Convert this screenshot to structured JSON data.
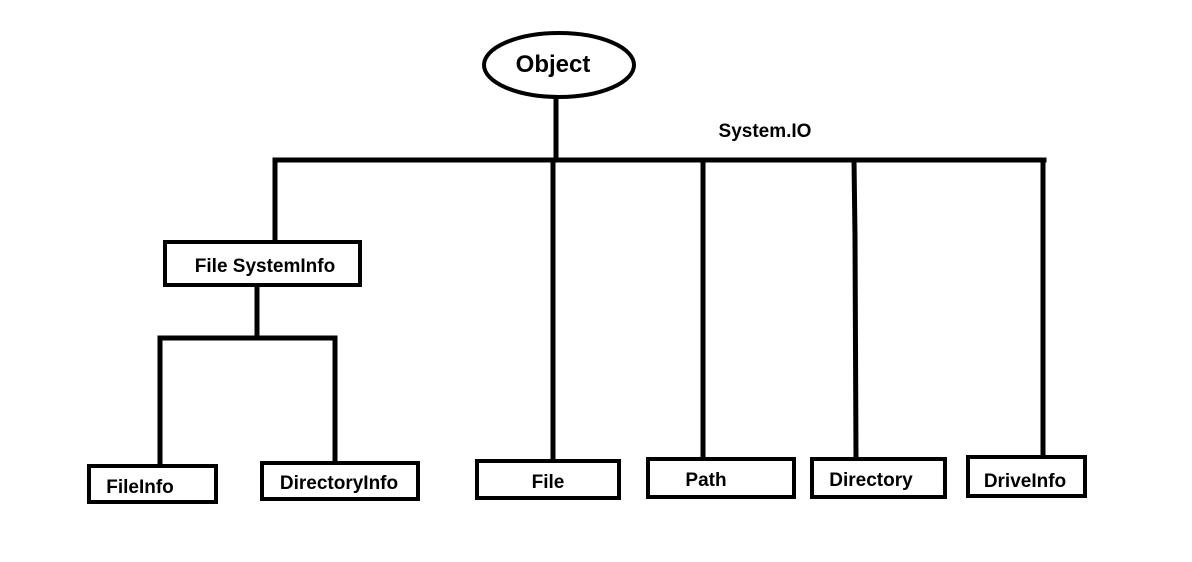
{
  "diagram": {
    "root": "Object",
    "namespace": "System.IO",
    "nodes": {
      "filesysteminfo": "File SystemInfo",
      "fileinfo": "FileInfo",
      "directoryinfo": "DirectoryInfo",
      "file": "File",
      "path": "Path",
      "directory": "Directory",
      "driveinfo": "DriveInfo"
    },
    "edges": [
      [
        "Object",
        "System.IO"
      ],
      [
        "System.IO",
        "File SystemInfo"
      ],
      [
        "System.IO",
        "File"
      ],
      [
        "System.IO",
        "Path"
      ],
      [
        "System.IO",
        "Directory"
      ],
      [
        "System.IO",
        "DriveInfo"
      ],
      [
        "File SystemInfo",
        "FileInfo"
      ],
      [
        "File SystemInfo",
        "DirectoryInfo"
      ]
    ]
  }
}
